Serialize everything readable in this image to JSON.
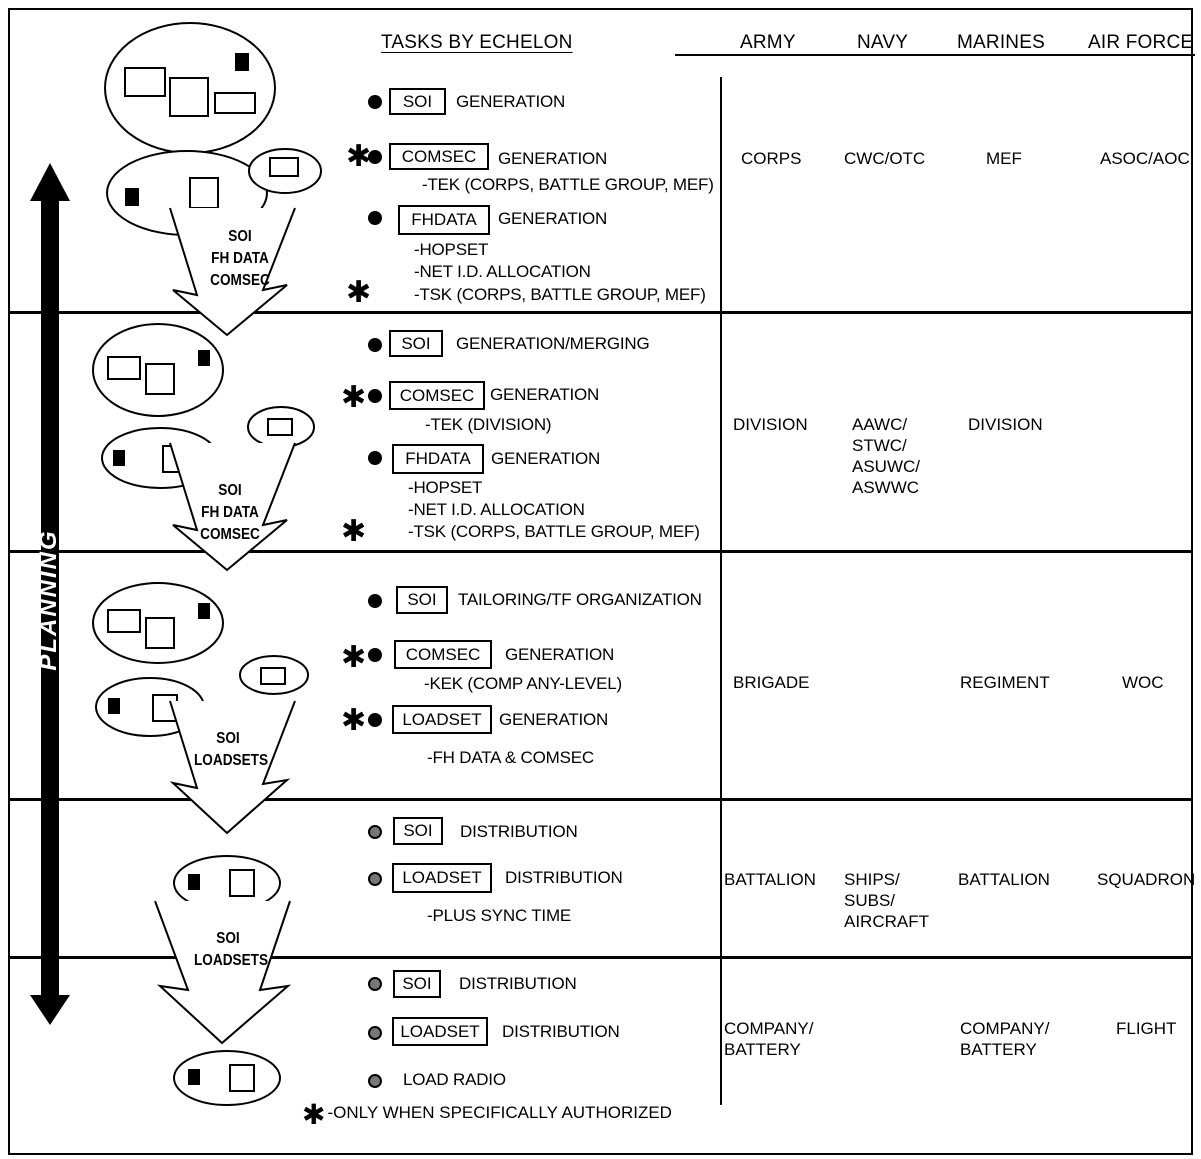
{
  "header": {
    "tasks_title": "TASKS BY ECHELON",
    "columns": [
      "ARMY",
      "NAVY",
      "MARINES",
      "AIR FORCE"
    ]
  },
  "planning_label": "PLANNING",
  "arrow_labels": {
    "a1": [
      "SOI",
      "FH DATA",
      "COMSEC"
    ],
    "a2": [
      "SOI",
      "FH DATA",
      "COMSEC"
    ],
    "a3": [
      "SOI",
      "LOADSETS"
    ],
    "a4": [
      "SOI",
      "LOADSETS"
    ]
  },
  "sections": [
    {
      "tasks": [
        {
          "box": "SOI",
          "label": "GENERATION"
        },
        {
          "box": "COMSEC",
          "label": "GENERATION",
          "sub": [
            "-TEK (CORPS, BATTLE GROUP, MEF)"
          ]
        },
        {
          "box": "FHDATA",
          "label": "GENERATION",
          "sub": [
            "-HOPSET",
            "-NET I.D. ALLOCATION",
            "-TSK (CORPS, BATTLE GROUP, MEF)"
          ]
        }
      ],
      "echelons": {
        "army": "CORPS",
        "navy": "CWC/OTC",
        "marines": "MEF",
        "airforce": "ASOC/AOC"
      }
    },
    {
      "tasks": [
        {
          "box": "SOI",
          "label": "GENERATION/MERGING"
        },
        {
          "box": "COMSEC",
          "label": "GENERATION",
          "sub": [
            "-TEK (DIVISION)"
          ]
        },
        {
          "box": "FHDATA",
          "label": "GENERATION",
          "sub": [
            "-HOPSET",
            "-NET I.D. ALLOCATION",
            "-TSK (CORPS, BATTLE GROUP, MEF)"
          ]
        }
      ],
      "echelons": {
        "army": "DIVISION",
        "navy": "AAWC/\nSTWC/\nASUWC/\nASWWC",
        "marines": "DIVISION",
        "airforce": ""
      }
    },
    {
      "tasks": [
        {
          "box": "SOI",
          "label": "TAILORING/TF ORGANIZATION"
        },
        {
          "box": "COMSEC",
          "label": "GENERATION",
          "sub": [
            "-KEK (COMP ANY-LEVEL)"
          ]
        },
        {
          "box": "LOADSET",
          "label": "GENERATION",
          "sub": [
            "-FH DATA & COMSEC"
          ]
        }
      ],
      "echelons": {
        "army": "BRIGADE",
        "navy": "",
        "marines": "REGIMENT",
        "airforce": "WOC"
      }
    },
    {
      "tasks": [
        {
          "box": "SOI",
          "label": "DISTRIBUTION"
        },
        {
          "box": "LOADSET",
          "label": "DISTRIBUTION",
          "sub": [
            "-PLUS SYNC TIME"
          ]
        }
      ],
      "echelons": {
        "army": "BATTALION",
        "navy": "SHIPS/\nSUBS/\nAIRCRAFT",
        "marines": "BATTALION",
        "airforce": "SQUADRON"
      }
    },
    {
      "tasks": [
        {
          "box": "SOI",
          "label": "DISTRIBUTION"
        },
        {
          "box": "LOADSET",
          "label": "DISTRIBUTION"
        },
        {
          "label": "LOAD RADIO"
        }
      ],
      "echelons": {
        "army": "COMPANY/\nBATTERY",
        "navy": "",
        "marines": "COMPANY/\nBATTERY",
        "airforce": "FLIGHT"
      }
    }
  ],
  "footnote": "-ONLY WHEN SPECIFICALLY AUTHORIZED",
  "star_glyph": "✱"
}
